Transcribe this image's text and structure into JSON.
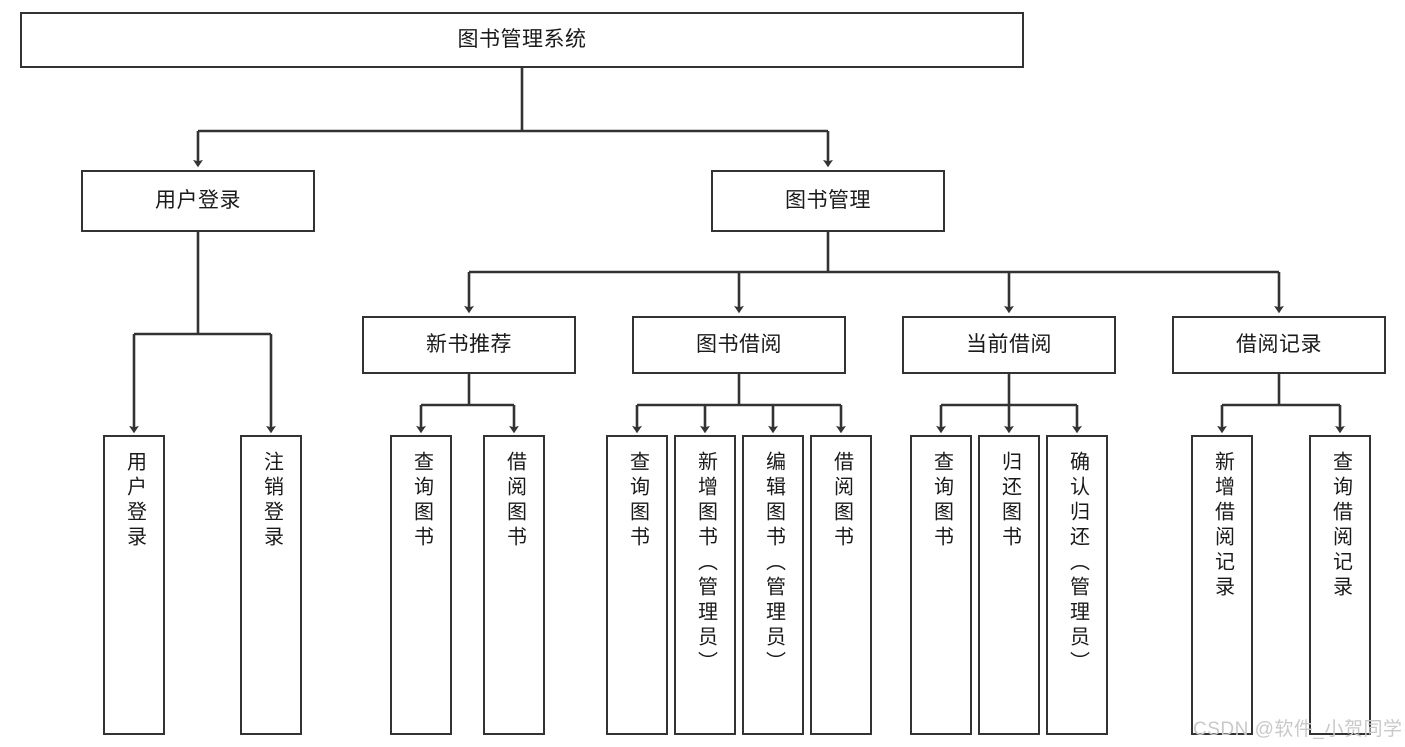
{
  "diagram": {
    "type": "tree-hierarchy-chart",
    "title": "图书管理系统",
    "stroke_color": "#333333",
    "box_fill": "#ffffff",
    "text_color": "#1a1a1a",
    "background": "#ffffff",
    "root": {
      "label": "图书管理系统"
    },
    "level1": [
      {
        "label": "用户登录"
      },
      {
        "label": "图书管理"
      }
    ],
    "level2": [
      {
        "label": "新书推荐"
      },
      {
        "label": "图书借阅"
      },
      {
        "label": "当前借阅"
      },
      {
        "label": "借阅记录"
      }
    ],
    "leaves": {
      "user_login": [
        {
          "label": "用户登录"
        },
        {
          "label": "注销登录"
        }
      ],
      "new_book_recommend": [
        {
          "label": "查询图书"
        },
        {
          "label": "借阅图书"
        }
      ],
      "book_borrow": [
        {
          "label": "查询图书"
        },
        {
          "label": "新增图书（管理员）"
        },
        {
          "label": "编辑图书（管理员）"
        },
        {
          "label": "借阅图书"
        }
      ],
      "current_borrow": [
        {
          "label": "查询图书"
        },
        {
          "label": "归还图书"
        },
        {
          "label": "确认归还（管理员）"
        }
      ],
      "borrow_record": [
        {
          "label": "新增借阅记录"
        },
        {
          "label": "查询借阅记录"
        }
      ]
    }
  },
  "watermark": {
    "text": "CSDN @软件_小贺同学",
    "color": "#c9c9c9"
  }
}
